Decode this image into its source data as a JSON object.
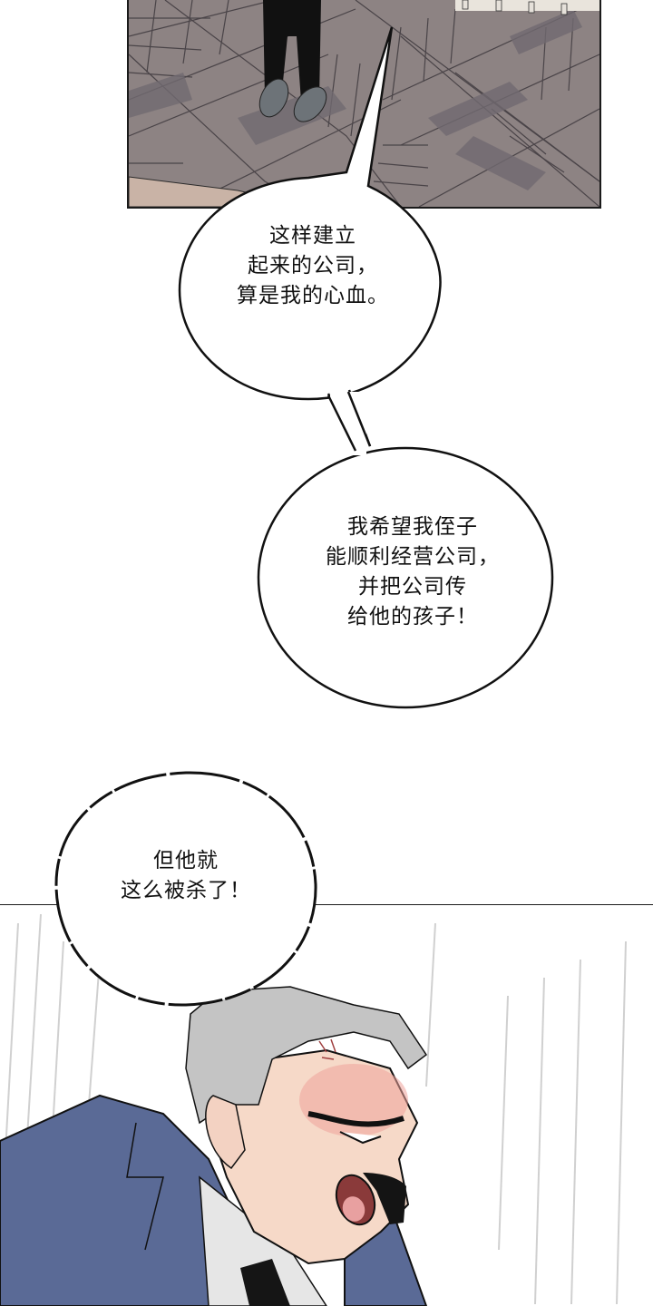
{
  "comic": {
    "panels": [
      {
        "id": "panel-1",
        "description": "Overhead view of a person in black pants and grey shoes standing on a parquet herringbone floor",
        "colors": {
          "floor_light": "#8d8389",
          "floor_dark": "#6f6870",
          "floor_line": "#4a4448",
          "rug": "#c9b3a6",
          "pants": "#111111",
          "shoes": "#6d7378",
          "border": "#1a1a1a"
        }
      },
      {
        "id": "panel-2",
        "description": "Angry grey-haired man in navy suit shouting, with vein mark on forehead and speed lines",
        "colors": {
          "hair": "#c4c4c4",
          "skin": "#f6d9c8",
          "blush": "#eea29a",
          "suit": "#5a6a96",
          "shirt": "#e6e6e6",
          "tie": "#151515",
          "mustache": "#141414"
        }
      }
    ],
    "bubbles": [
      {
        "id": "bubble-1",
        "lines": "这样建立\n起来的公司，\n算是我的心血。"
      },
      {
        "id": "bubble-2",
        "lines": "我希望我侄子\n能顺利经营公司，\n并把公司传\n给他的孩子！"
      },
      {
        "id": "bubble-3",
        "lines": "但他就\n这么被杀了！"
      }
    ]
  }
}
